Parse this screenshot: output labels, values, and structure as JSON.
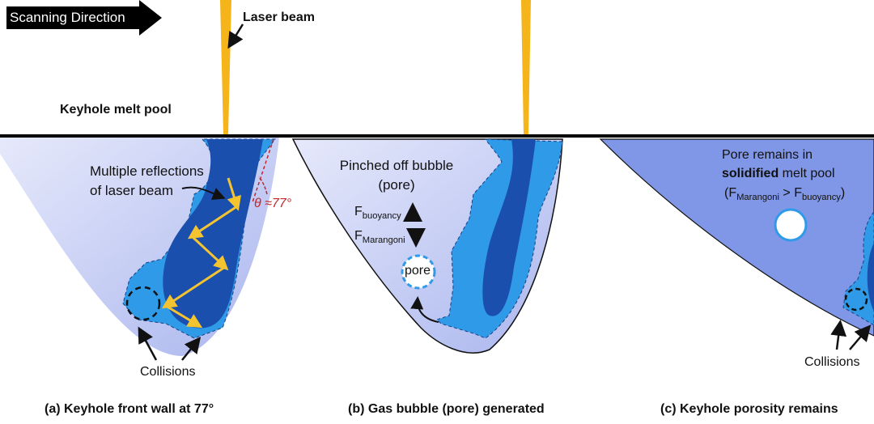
{
  "header": {
    "scanning_direction": "Scanning Direction",
    "laser_beam": "Laser beam",
    "keyhole_melt_pool": "Keyhole melt pool"
  },
  "panel_a": {
    "reflections_line1": "Multiple reflections",
    "reflections_line2": "of laser beam",
    "angle": "θ ≈77°",
    "collisions": "Collisions",
    "caption": "(a) Keyhole front wall at 77°"
  },
  "panel_b": {
    "title_line1": "Pinched off bubble",
    "title_line2": "(pore)",
    "f_label": "F",
    "buoyancy": "buoyancy",
    "marangoni": "Marangoni",
    "pore": "pore",
    "caption": "(b) Gas bubble (pore) generated"
  },
  "panel_c": {
    "line1": "Pore remains in",
    "line2_bold": "solidified",
    "line2_rest": " melt pool",
    "line3_open": "(F",
    "marangoni": "Marangoni",
    "gt": " > F",
    "buoyancy": "buoyancy",
    "line3_close": ")",
    "collisions": "Collisions",
    "caption": "(c) Keyhole porosity remains"
  },
  "colors": {
    "laser": "#f4b41a",
    "pool_light": "#c8d0f4",
    "pool_solid": "#8096e6",
    "keyhole_mid": "#2f9ae8",
    "keyhole_dark": "#1a4fae",
    "angle_red": "#c0262a"
  }
}
